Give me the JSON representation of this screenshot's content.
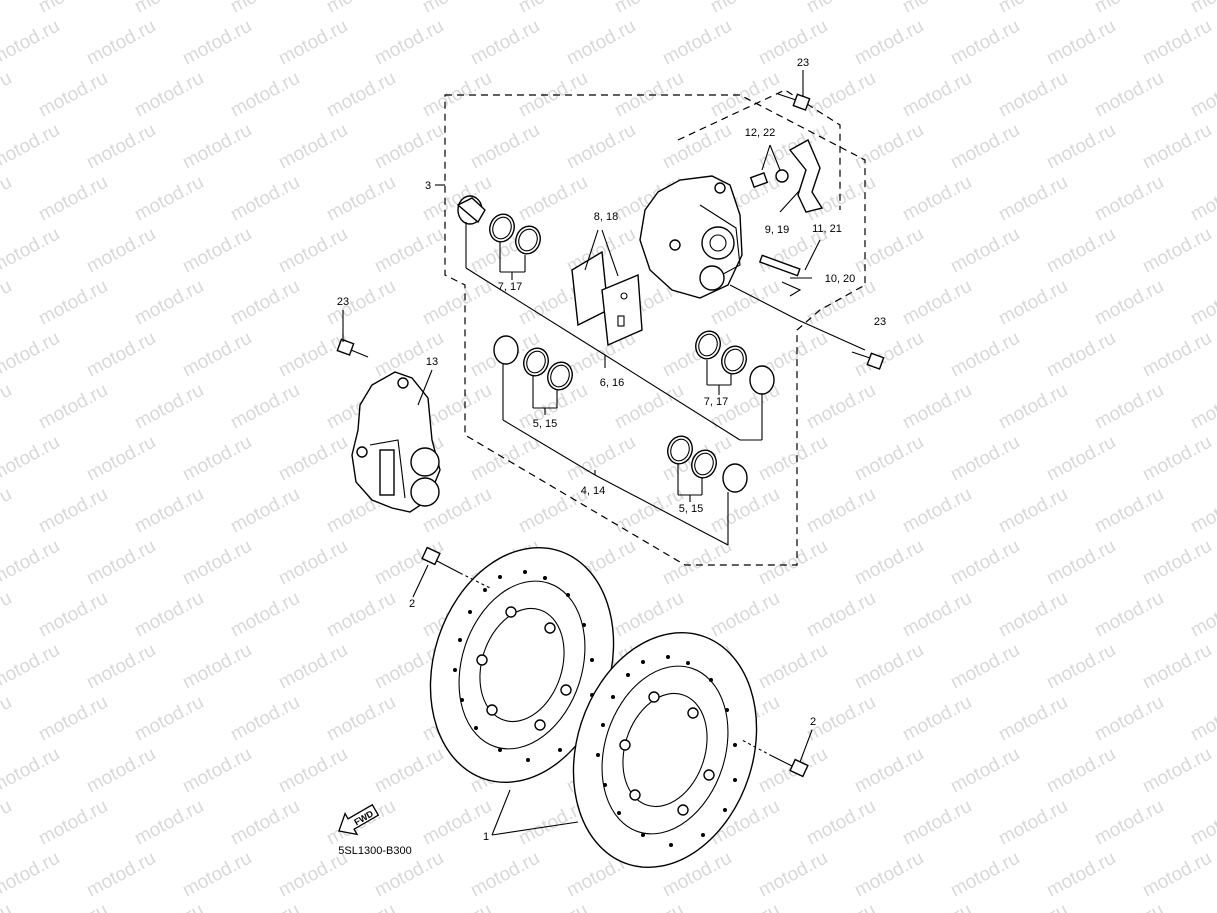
{
  "watermark": "motod.ru",
  "diagram_code": "5SL1300-B300",
  "fwd_label": "FWD",
  "callouts": {
    "c1": "1",
    "c2_left": "2",
    "c2_right": "2",
    "c3": "3",
    "c4_14": "4, 14",
    "c5_15_a": "5, 15",
    "c5_15_b": "5, 15",
    "c6_16": "6, 16",
    "c7_17_a": "7, 17",
    "c7_17_b": "7, 17",
    "c8_18": "8, 18",
    "c9_19": "9, 19",
    "c10_20": "10, 20",
    "c11_21": "11, 21",
    "c12_22": "12, 22",
    "c13": "13",
    "c23_top": "23",
    "c23_left": "23",
    "c23_right": "23"
  }
}
